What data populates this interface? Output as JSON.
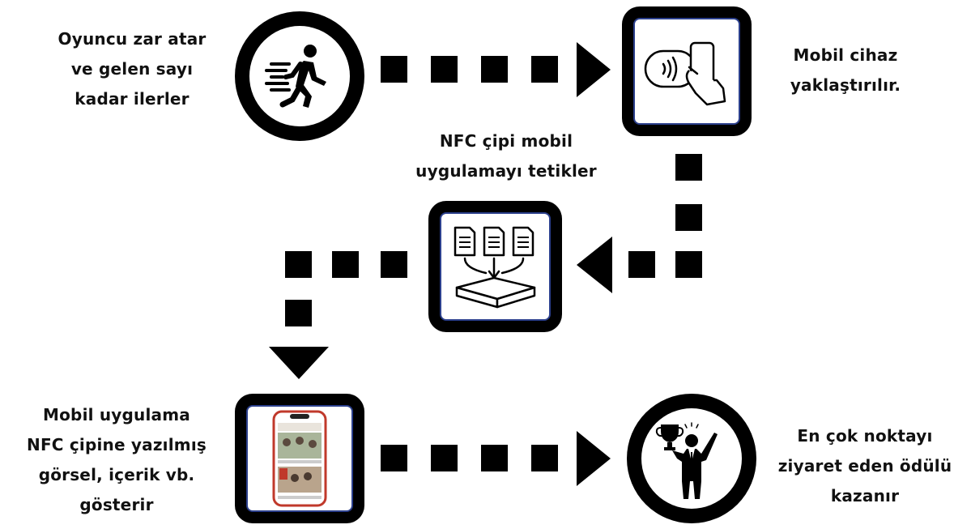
{
  "steps": {
    "roll_dice": {
      "lines": [
        "Oyuncu zar atar",
        "ve gelen sayı",
        "kadar ilerler"
      ],
      "icon": "walking-person-icon"
    },
    "approach_device": {
      "lines": [
        "Mobil cihaz",
        "yaklaştırılır."
      ],
      "icon": "nfc-phone-icon"
    },
    "nfc_trigger": {
      "lines": [
        "NFC çipi mobil",
        "uygulamayı tetikler"
      ],
      "icon": "documents-into-box-icon"
    },
    "app_shows": {
      "lines": [
        "Mobil uygulama",
        "NFC çipine yazılmış",
        "görsel, içerik vb.",
        "gösterir"
      ],
      "icon": "phone-app-screen-icon"
    },
    "winner": {
      "lines": [
        "En çok noktayı",
        "ziyaret eden ödülü",
        "kazanır"
      ],
      "icon": "trophy-winner-icon"
    }
  },
  "colors": {
    "node_fill": "#000000",
    "inner_border": "#2b3f8c",
    "background": "#ffffff",
    "phone_accent": "#c0392b"
  }
}
